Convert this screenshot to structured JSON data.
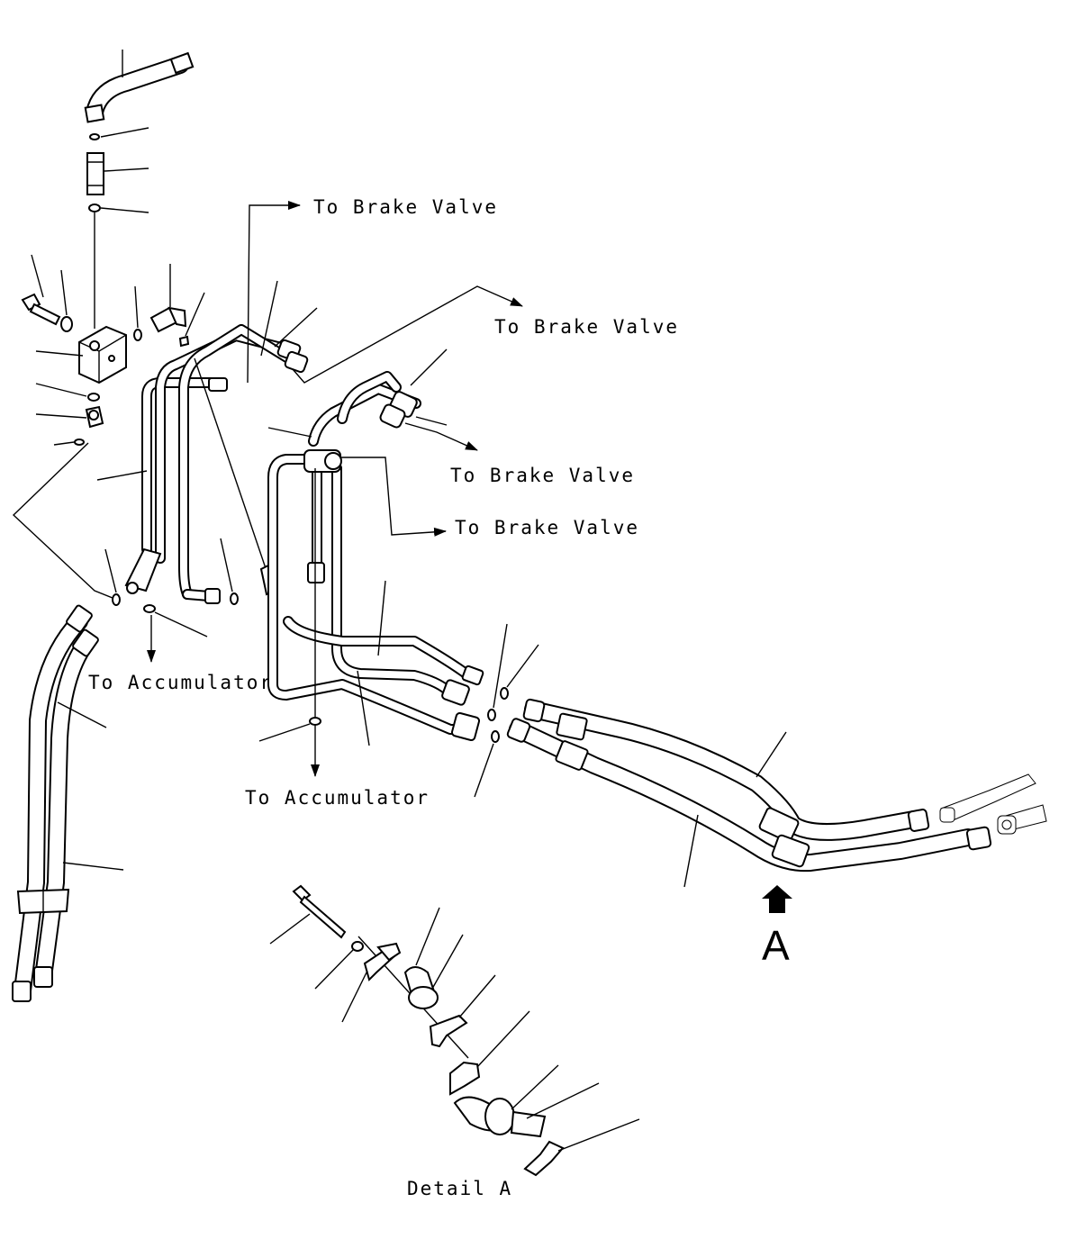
{
  "diagram": {
    "labels": {
      "to_brake_valve_1": "To Brake Valve",
      "to_brake_valve_2": "To Brake Valve",
      "to_brake_valve_3": "To Brake Valve",
      "to_brake_valve_4": "To Brake Valve",
      "to_accumulator_1": "To Accumulator",
      "to_accumulator_2": "To Accumulator",
      "detail_marker": "A",
      "detail_caption": "Detail A"
    }
  }
}
